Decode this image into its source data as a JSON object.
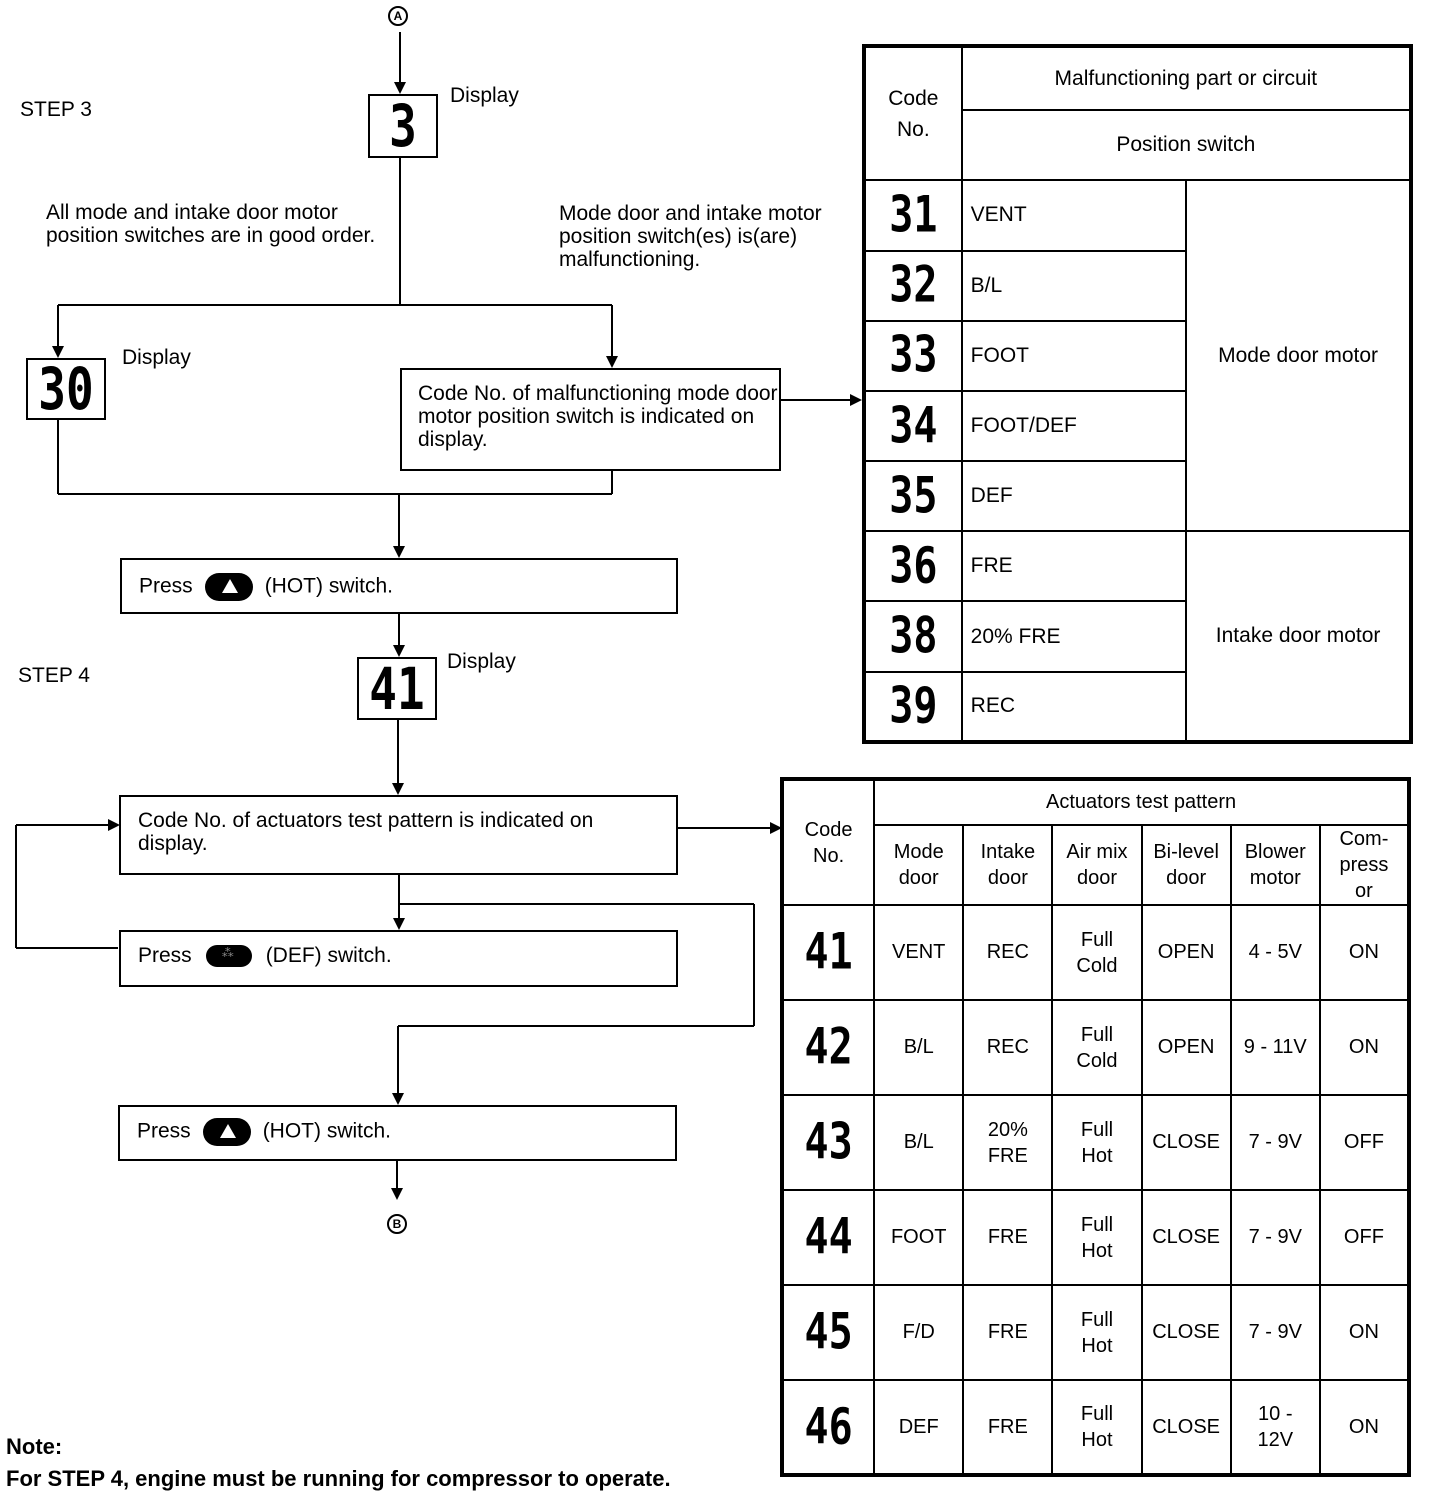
{
  "terminals": {
    "start": "A",
    "end": "B"
  },
  "step3": {
    "step_label": "STEP 3",
    "display_label": "Display",
    "display_value": "3",
    "good_text": "All mode and intake door motor position switches are in good order.",
    "bad_text": "Mode door and intake motor position switch(es) is(are) malfunctioning.",
    "display30_label": "Display",
    "display30_value": "30",
    "code_box_text": "Code No. of malfunctioning mode door motor position switch is indicated on display.",
    "press_prefix": "Press",
    "press_suffix": "(HOT) switch."
  },
  "step4": {
    "step_label": "STEP 4",
    "display_label": "Display",
    "display_value": "41",
    "code_box_text": "Code No. of actuators test pattern is indicated on display.",
    "press_def_prefix": "Press",
    "press_def_suffix": "(DEF) switch.",
    "press_hot_prefix": "Press",
    "press_hot_suffix": "(HOT) switch."
  },
  "table1": {
    "code_header": "Code No.",
    "header_top": "Malfunctioning part or circuit",
    "header_sub": "Position switch",
    "groups": [
      "Mode door motor",
      "Intake door motor"
    ],
    "rows": [
      {
        "code": "31",
        "name": "VENT"
      },
      {
        "code": "32",
        "name": "B/L"
      },
      {
        "code": "33",
        "name": "FOOT"
      },
      {
        "code": "34",
        "name": "FOOT/DEF"
      },
      {
        "code": "35",
        "name": "DEF"
      },
      {
        "code": "36",
        "name": "FRE"
      },
      {
        "code": "38",
        "name": "20% FRE"
      },
      {
        "code": "39",
        "name": "REC"
      }
    ]
  },
  "table2": {
    "code_header": "Code No.",
    "header_top": "Actuators test pattern",
    "columns": [
      "Mode door",
      "Intake door",
      "Air mix door",
      "Bi-level door",
      "Blower motor",
      "Com-pressor"
    ],
    "rows": [
      {
        "code": "41",
        "cells": [
          "VENT",
          "REC",
          "Full Cold",
          "OPEN",
          "4 - 5V",
          "ON"
        ]
      },
      {
        "code": "42",
        "cells": [
          "B/L",
          "REC",
          "Full Cold",
          "OPEN",
          "9 - 11V",
          "ON"
        ]
      },
      {
        "code": "43",
        "cells": [
          "B/L",
          "20% FRE",
          "Full Hot",
          "CLOSE",
          "7 - 9V",
          "OFF"
        ]
      },
      {
        "code": "44",
        "cells": [
          "FOOT",
          "FRE",
          "Full Hot",
          "CLOSE",
          "7 - 9V",
          "OFF"
        ]
      },
      {
        "code": "45",
        "cells": [
          "F/D",
          "FRE",
          "Full Hot",
          "CLOSE",
          "7 - 9V",
          "ON"
        ]
      },
      {
        "code": "46",
        "cells": [
          "DEF",
          "FRE",
          "Full Hot",
          "CLOSE",
          "10 - 12V",
          "ON"
        ]
      }
    ]
  },
  "note": {
    "title": "Note:",
    "text": "For STEP 4, engine must be running for compressor to operate."
  }
}
